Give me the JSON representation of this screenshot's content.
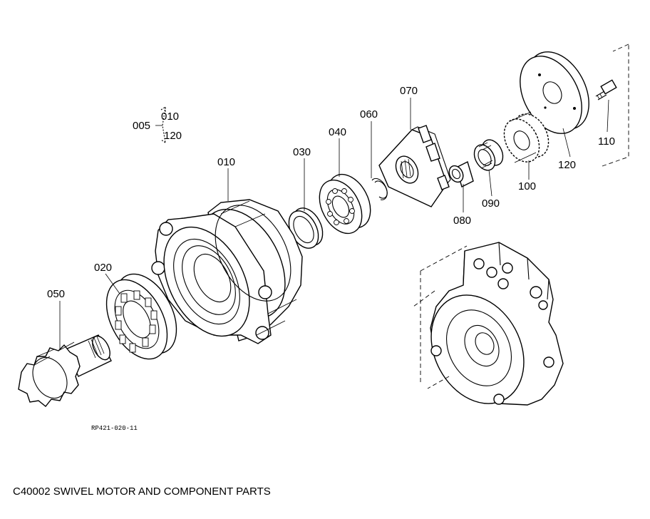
{
  "parts": {
    "p005": "005",
    "p010": "010",
    "p020": "020",
    "p030": "030",
    "p040": "040",
    "p050": "050",
    "p060": "060",
    "p070": "070",
    "p080": "080",
    "p090": "090",
    "p100": "100",
    "p110": "110",
    "p120": "120"
  },
  "set_group": {
    "main": "005",
    "upper": "010",
    "lower": "120"
  },
  "drawing_ref": "RP421-020-11",
  "caption": "C40002 SWIVEL MOTOR AND COMPONENT PARTS"
}
